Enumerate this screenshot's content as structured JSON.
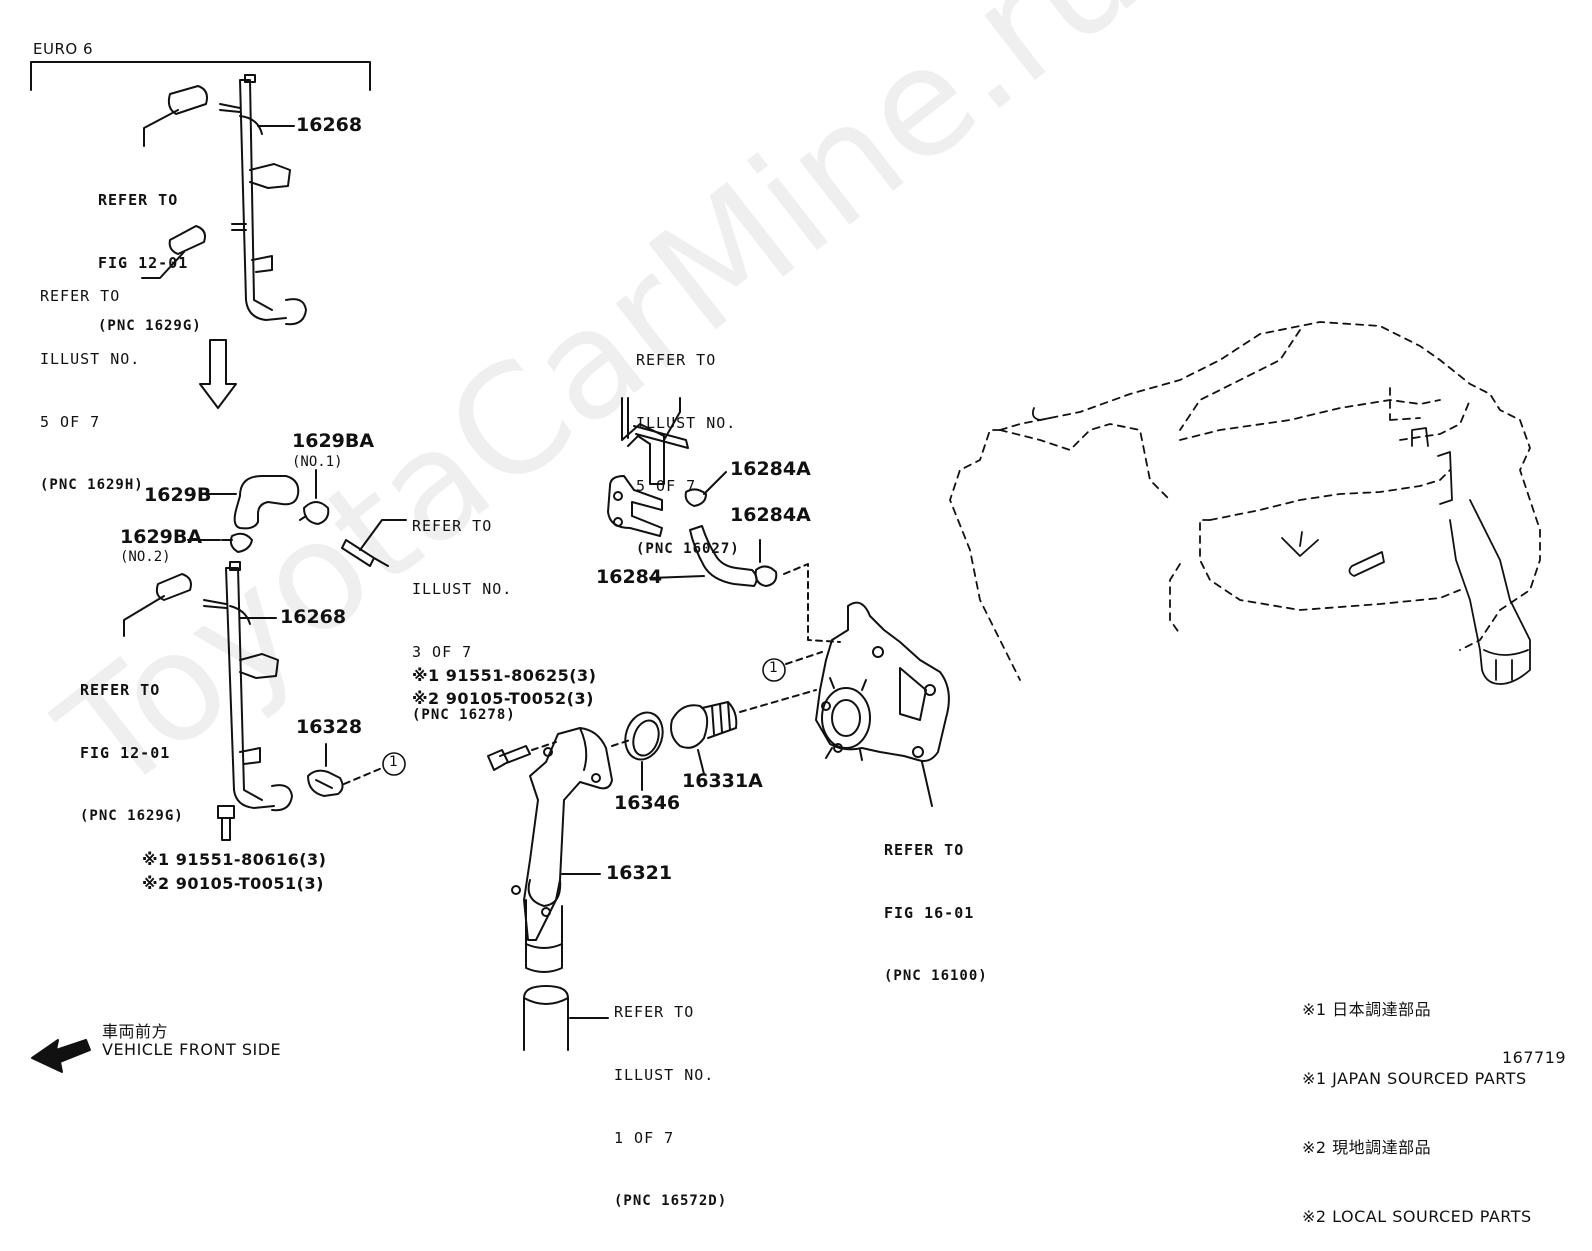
{
  "variant_label": "EURO 6",
  "watermark": "ToyotaCarMine.ru",
  "figure_number": "167719",
  "callout": "1",
  "parts": {
    "p16268_top": "16268",
    "p16268_bottom": "16268",
    "p1629BA_no1": "1629BA",
    "p1629BA_no1_sub": "(NO.1)",
    "p1629B": "1629B",
    "p1629BA_no2": "1629BA",
    "p1629BA_no2_sub": "(NO.2)",
    "p16328": "16328",
    "p16284A_1": "16284A",
    "p16284A_2": "16284A",
    "p16284": "16284",
    "p16346": "16346",
    "p16331A": "16331A",
    "p16321": "16321"
  },
  "bolts": {
    "upper_1": "※1 91551-80625(3)",
    "upper_2": "※2 90105-T0052(3)",
    "lower_1": "※1 91551-80616(3)",
    "lower_2": "※2 90105-T0051(3)"
  },
  "refs": {
    "fig1201_top": [
      "REFER TO",
      "FIG 12-01",
      "(PNC 1629G)"
    ],
    "illust5_left": [
      "REFER TO",
      "ILLUST NO.",
      "5 OF 7",
      "(PNC 1629H)"
    ],
    "illust3": [
      "REFER TO",
      "ILLUST NO.",
      "3 OF 7",
      "(PNC 16278)"
    ],
    "fig1201_mid": [
      "REFER TO",
      "FIG 12-01",
      "(PNC 1629G)"
    ],
    "illust5_top": [
      "REFER TO",
      "ILLUST NO.",
      "5 OF 7",
      "(PNC 16027)"
    ],
    "fig1601": [
      "REFER TO",
      "FIG 16-01",
      "(PNC 16100)"
    ],
    "illust1": [
      "REFER TO",
      "ILLUST NO.",
      "1 OF 7",
      "(PNC 16572D)"
    ]
  },
  "direction": {
    "jp": "車両前方",
    "en": "VEHICLE FRONT SIDE"
  },
  "notes": [
    "※1 日本調達部品",
    "※1 JAPAN SOURCED PARTS",
    "※2 現地調達部品",
    "※2 LOCAL SOURCED PARTS"
  ]
}
